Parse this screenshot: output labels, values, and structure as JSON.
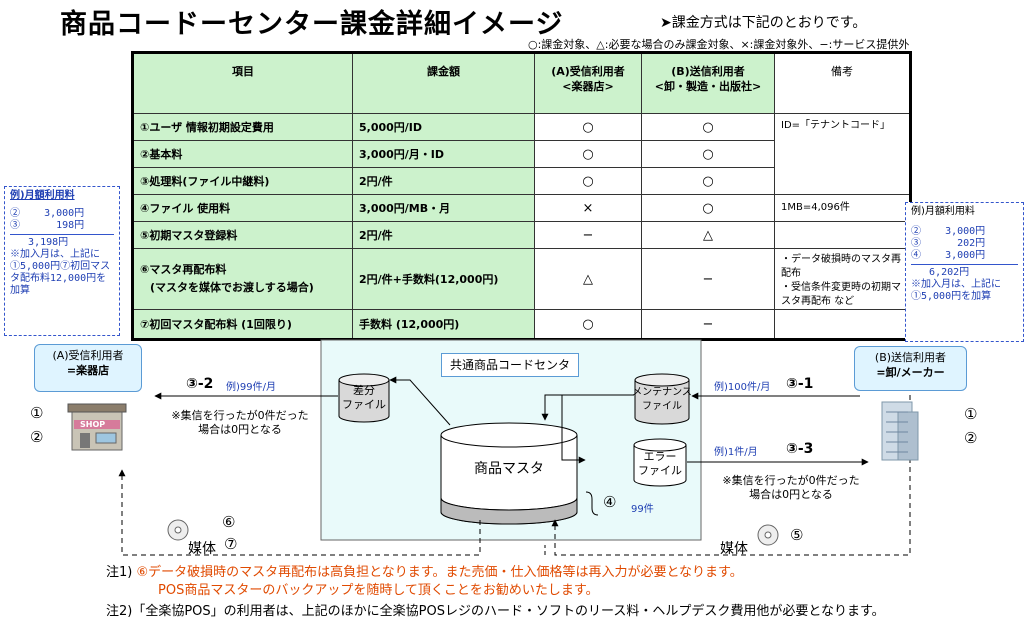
{
  "title": "商品コードーセンター課金詳細イメージ",
  "billing_method": "➤課金方式は下記のとおりです。",
  "legend": "○:課金対象、△:必要な場合のみ課金対象、×:課金対象外、−:サービス提供外",
  "table": {
    "headers": {
      "item": "項目",
      "amount": "課金額",
      "a_line1": "(A)受信利用者",
      "a_line2": "<楽器店>",
      "b_line1": "(B)送信利用者",
      "b_line2": "<卸・製造・出版社>",
      "remarks": "備考"
    },
    "rows": [
      {
        "item": "①ユーザ 情報初期設定費用",
        "amount": "5,000円/ID",
        "a": "○",
        "b": "○",
        "remark": "ID=「テナントコード」"
      },
      {
        "item": "②基本料",
        "amount": "3,000円/月・ID",
        "a": "○",
        "b": "○",
        "remark": ""
      },
      {
        "item": "③処理料(ファイル中継料)",
        "amount": "2円/件",
        "a": "○",
        "b": "○",
        "remark": ""
      },
      {
        "item": "④ファイル 使用料",
        "amount": "3,000円/MB・月",
        "a": "×",
        "b": "○",
        "remark": "1MB=4,096件"
      },
      {
        "item": "⑤初期マスタ登録料",
        "amount": "2円/件",
        "a": "−",
        "b": "△",
        "remark": ""
      },
      {
        "item": "⑥マスタ再配布料",
        "item2": "(マスタを媒体でお渡しする場合)",
        "amount": "2円/件+手数料(12,000円)",
        "a": "△",
        "b": "−",
        "remark": "・データ破損時のマスタ再配布",
        "remark2": "・受信条件変更時の初期マスタ再配布 など"
      },
      {
        "item": "⑦初回マスタ配布料 (1回限り)",
        "amount": "手数料 (12,000円)",
        "a": "○",
        "b": "−",
        "remark": ""
      }
    ]
  },
  "example_left": {
    "heading": "例)月額利用料",
    "rows": [
      "②    3,000円",
      "③      198円"
    ],
    "total": "   3,198円",
    "note": "※加入月は、上記に①5,000円⑦初回マスタ配布料12,000円を加算"
  },
  "example_right": {
    "heading": "例)月額利用料",
    "rows": [
      "②    3,000円",
      "③      202円",
      "④    3,000円"
    ],
    "total": "   6,202円",
    "note": "※加入月は、上記に①5,000円を加算"
  },
  "party_a": {
    "line1": "(A)受信利用者",
    "line2": "=楽器店"
  },
  "party_b": {
    "line1": "(B)送信利用者",
    "line2": "=卸/メーカー"
  },
  "shop_sign": "SHOP",
  "markers": {
    "one": "①",
    "two": "②",
    "four": "④",
    "five": "⑤",
    "six": "⑥",
    "seven": "⑦"
  },
  "center": {
    "title": "共通商品コードセンタ",
    "diff_file": [
      "差分",
      "ファイル"
    ],
    "maint_file": [
      "メンテナンス",
      "ファイル"
    ],
    "error_file": [
      "エラー",
      "ファイル"
    ],
    "master": "商品マスタ",
    "master_count": "99件"
  },
  "flows": {
    "f32_label": "③-2",
    "f32_count": "例)99件/月",
    "f31_label": "③-1",
    "f31_count": "例)100件/月",
    "f33_label": "③-3",
    "f33_count": "例)1件/月",
    "zero_note_l1": "※集信を行ったが0件だった",
    "zero_note_l2": "場合は0円となる",
    "media": "媒体"
  },
  "notes": {
    "n1_label": "注1)",
    "n1_line1": "⑥データ破損時のマスタ再配布は高負担となります。また売価・仕入価格等は再入力が必要となります。",
    "n1_line2": "POS商品マスターのバックアップを随時して頂くことをお勧めいたします。",
    "n2_label": "注2)",
    "n2_text": "「全楽協POS」の利用者は、上記のほかに全楽協POSレジのハード・ソフトのリース料・ヘルプデスク費用他が必要となります。"
  }
}
